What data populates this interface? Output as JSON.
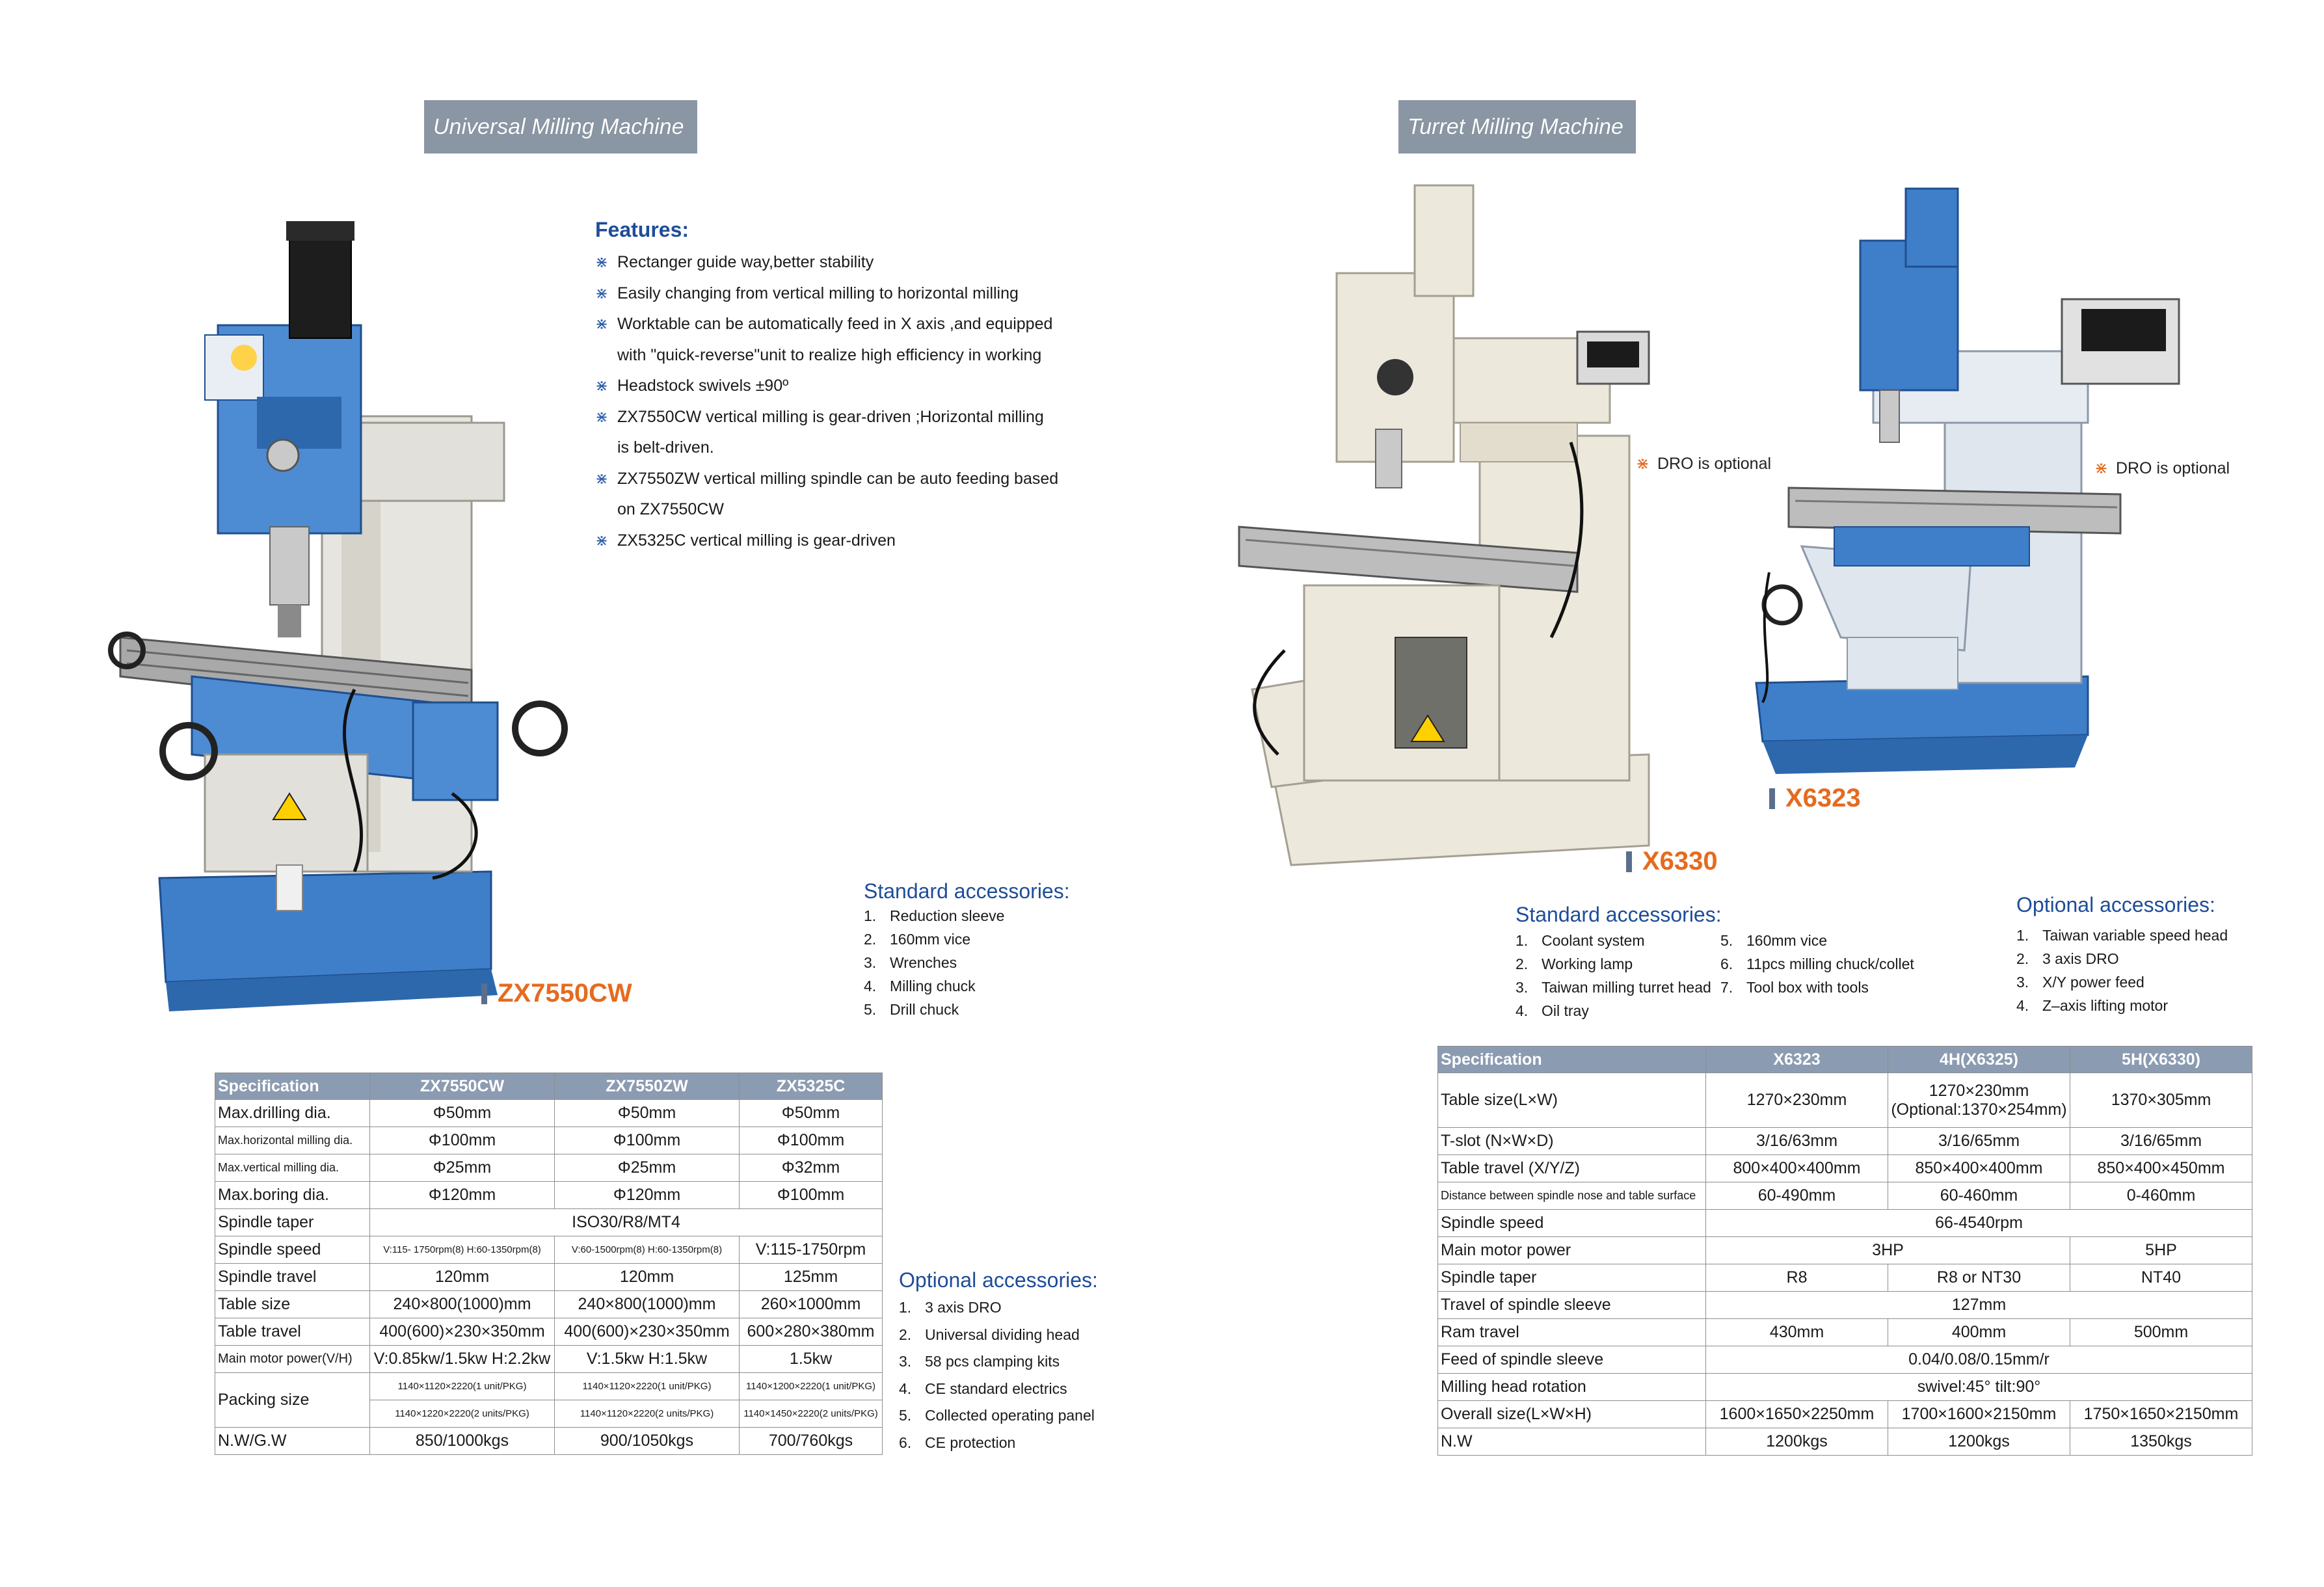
{
  "left": {
    "tab_title": "Universal Milling Machine",
    "features_heading": "Features:",
    "features": [
      {
        "text": "Rectanger guide way,better stability"
      },
      {
        "text": "Easily changing from vertical milling to horizontal milling"
      },
      {
        "text": "Worktable can be automatically feed in X axis ,and equipped",
        "cont": "with \"quick-reverse\"unit to realize high efficiency in working"
      },
      {
        "text": "Headstock swivels ±90º"
      },
      {
        "text": "ZX7550CW vertical milling is gear-driven ;Horizontal milling",
        "cont": "is belt-driven."
      },
      {
        "text": "ZX7550ZW vertical milling spindle can be auto feeding based",
        "cont": "on ZX7550CW"
      },
      {
        "text": "ZX5325C vertical milling is gear-driven"
      }
    ],
    "feature_mark": "⋇",
    "model_label": "ZX7550CW",
    "standard_heading": "Standard accessories:",
    "standard": [
      "1.",
      "Reduction sleeve",
      "2.",
      "160mm vice",
      "3.",
      "Wrenches",
      "4.",
      "Milling chuck",
      "5.",
      "Drill chuck"
    ],
    "optional_heading": "Optional  accessories:",
    "optional": [
      "1.",
      "3 axis DRO",
      "2.",
      "Universal dividing head",
      "3.",
      "58 pcs clamping kits",
      "4.",
      "CE standard electrics",
      "5.",
      "Collected operating panel",
      "6.",
      "CE protection"
    ],
    "table": {
      "headers": [
        "Specification",
        "ZX7550CW",
        "ZX7550ZW",
        "ZX5325C"
      ],
      "rows": [
        [
          "Max.drilling dia.",
          "Φ50mm",
          "Φ50mm",
          "Φ50mm"
        ],
        [
          "Max.horizontal milling dia.",
          "Φ100mm",
          "Φ100mm",
          "Φ100mm"
        ],
        [
          "Max.vertical milling dia.",
          "Φ25mm",
          "Φ25mm",
          "Φ32mm"
        ],
        [
          "Max.boring dia.",
          "Φ120mm",
          "Φ120mm",
          "Φ100mm"
        ],
        [
          "Spindle taper",
          "ISO30/R8/MT4"
        ],
        [
          "Spindle speed",
          "V:115- 1750rpm(8)  H:60-1350rpm(8)",
          "V:60-1500rpm(8)  H:60-1350rpm(8)",
          "V:115-1750rpm"
        ],
        [
          "Spindle travel",
          "120mm",
          "120mm",
          "125mm"
        ],
        [
          "Table size",
          "240×800(1000)mm",
          "240×800(1000)mm",
          "260×1000mm"
        ],
        [
          "Table travel",
          "400(600)×230×350mm",
          "400(600)×230×350mm",
          "600×280×380mm"
        ],
        [
          "Main motor power(V/H)",
          "V:0.85kw/1.5kw H:2.2kw",
          "V:1.5kw H:1.5kw",
          "1.5kw"
        ],
        [
          "Packing size",
          "1140×1120×2220(1 unit/PKG)",
          "1140×1120×2220(1 unit/PKG)",
          "1140×1200×2220(1 unit/PKG)",
          "1140×1220×2220(2 units/PKG)",
          "1140×1120×2220(2 units/PKG)",
          "1140×1450×2220(2 units/PKG)"
        ],
        [
          "N.W/G.W",
          "850/1000kgs",
          "900/1050kgs",
          "700/760kgs"
        ]
      ]
    }
  },
  "right": {
    "tab_title": "Turret Milling Machine",
    "dro_note_1": "DRO is optional",
    "dro_note_2": "DRO is optional",
    "dro_mark": "⋇",
    "model_label_1": "X6330",
    "model_label_2": "X6323",
    "standard_heading": "Standard accessories:",
    "standard_col1": [
      "1.",
      "Coolant system",
      "2.",
      "Working lamp",
      "3.",
      "Taiwan milling turret head",
      "4.",
      "Oil tray"
    ],
    "standard_col2": [
      "5.",
      "160mm vice",
      "6.",
      "11pcs milling chuck/collet",
      "7.",
      "Tool box with tools"
    ],
    "optional_heading": "Optional accessories:",
    "optional": [
      "1.",
      "Taiwan variable speed head",
      "2.",
      "3 axis DRO",
      "3.",
      "X/Y power feed",
      "4.",
      "Z–axis lifting motor"
    ],
    "table": {
      "headers": [
        "Specification",
        "X6323",
        "4H(X6325)",
        "5H(X6330)"
      ],
      "rows": [
        [
          "Table size(L×W)",
          "1270×230mm",
          "1270×230mm",
          "(Optional:1370×254mm)",
          "1370×305mm"
        ],
        [
          "T-slot (N×W×D)",
          "3/16/63mm",
          "3/16/65mm",
          "3/16/65mm"
        ],
        [
          "Table travel (X/Y/Z)",
          "800×400×400mm",
          "850×400×400mm",
          "850×400×450mm"
        ],
        [
          "Distance between spindle nose and table surface",
          "60-490mm",
          "60-460mm",
          "0-460mm"
        ],
        [
          "Spindle speed",
          "66-4540rpm"
        ],
        [
          "Main motor power",
          "3HP",
          "5HP"
        ],
        [
          "Spindle taper",
          "R8",
          "R8 or NT30",
          "NT40"
        ],
        [
          "Travel of spindle sleeve",
          "127mm"
        ],
        [
          "Ram travel",
          "430mm",
          "400mm",
          "500mm"
        ],
        [
          "Feed of spindle sleeve",
          "0.04/0.08/0.15mm/r"
        ],
        [
          "Milling head rotation",
          "swivel:45° tilt:90°"
        ],
        [
          "Overall size(L×W×H)",
          "1600×1650×2250mm",
          "1700×1600×2150mm",
          "1750×1650×2150mm"
        ],
        [
          "N.W",
          "1200kgs",
          "1200kgs",
          "1350kgs"
        ]
      ]
    }
  },
  "colors": {
    "tab_bg": "#8a96a3",
    "heading_blue": "#1e4d99",
    "model_orange": "#e56b1f",
    "table_header": "#8b9bb1",
    "machine_blue": "#3f7fc9",
    "machine_cream": "#ece8db"
  }
}
